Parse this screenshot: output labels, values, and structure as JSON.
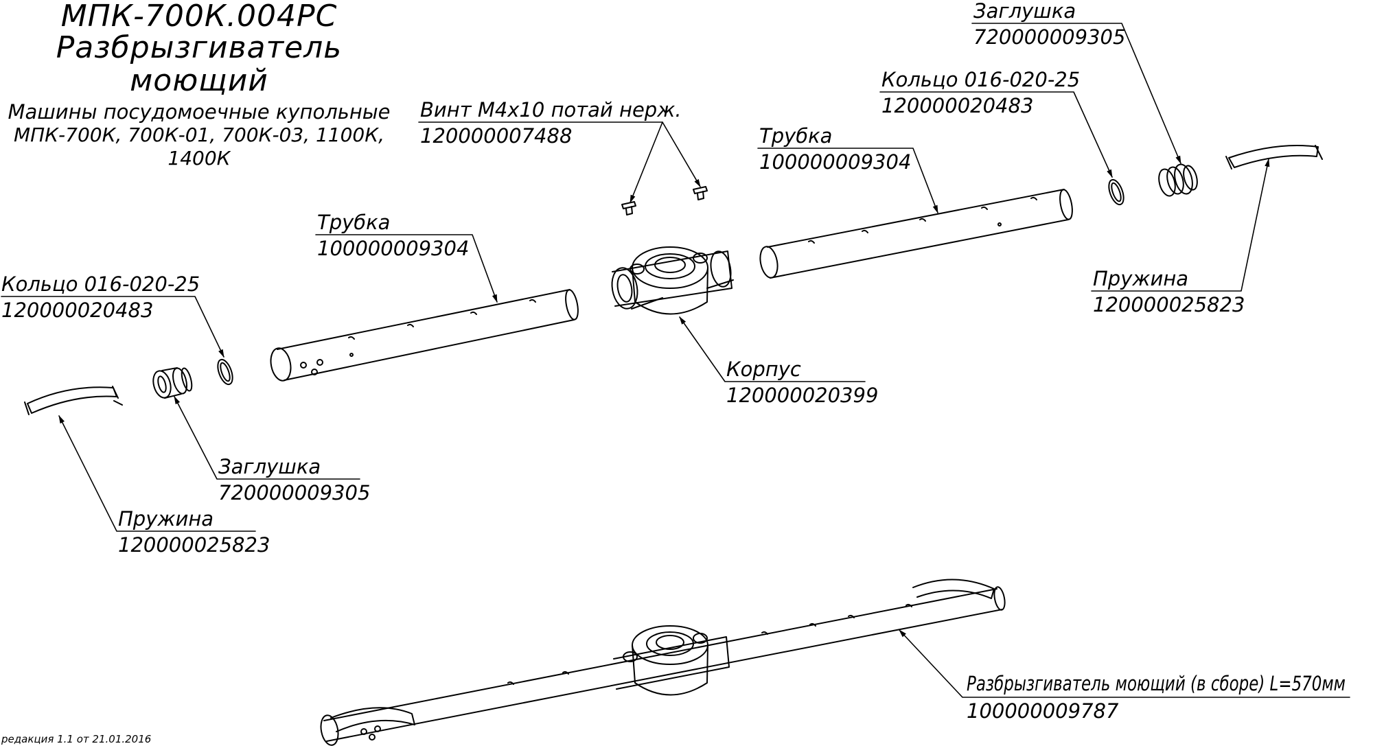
{
  "title": {
    "code": "МПК-700К.004РС",
    "name": "Разбрызгиватель моющий",
    "subtitle_line1": "Машины посудомоечные купольные",
    "subtitle_line2": "МПК-700К, 700К-01, 700К-03, 1100К, 1400К"
  },
  "parts": [
    {
      "id": "screw",
      "name": "Винт М4х10 потай нерж.",
      "number": "120000007488"
    },
    {
      "id": "tube-left",
      "name": "Трубка",
      "number": "100000009304"
    },
    {
      "id": "ring-left",
      "name": "Кольцо 016-020-25",
      "number": "120000020483"
    },
    {
      "id": "plug-left",
      "name": "Заглушка",
      "number": "720000009305"
    },
    {
      "id": "spring-left",
      "name": "Пружина",
      "number": "120000025823"
    },
    {
      "id": "body",
      "name": "Корпус",
      "number": "120000020399"
    },
    {
      "id": "tube-right",
      "name": "Трубка",
      "number": "100000009304"
    },
    {
      "id": "ring-right",
      "name": "Кольцо 016-020-25",
      "number": "120000020483"
    },
    {
      "id": "plug-right",
      "name": "Заглушка",
      "number": "720000009305"
    },
    {
      "id": "spring-right",
      "name": "Пружина",
      "number": "120000025823"
    },
    {
      "id": "assembly",
      "name": "Разбрызгиватель моющий (в сборе) L=570мм",
      "number": "100000009787"
    }
  ],
  "revision": "редакция 1.1 от 21.01.2016"
}
